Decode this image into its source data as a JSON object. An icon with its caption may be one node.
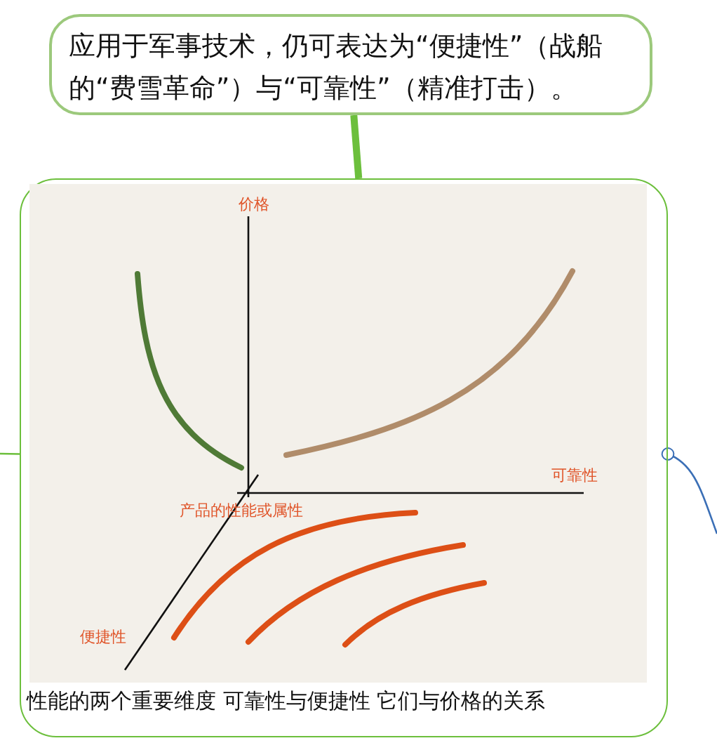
{
  "diagram": {
    "nodes": [
      {
        "text": [
          "应用于军事技术，仍可表达为“便捷性”（战船的“费雪革命”）与“可靠性”（精准打击）。"
        ]
      },
      {
        "text": [
          "性能的两个重要维度 可靠性与便捷性 它们与价格的关系"
        ]
      }
    ],
    "edges": [
      {
        "from": 0,
        "to": 1,
        "arrow": "none",
        "style": "thick",
        "color": "#6cbf3c"
      },
      {
        "from": null,
        "to": 1,
        "arrow": "none"
      },
      {
        "from": 1,
        "to": null,
        "arrow": "other",
        "color": "#3b6fb6"
      }
    ],
    "labels": [
      "价格",
      "可靠性",
      "产品的性能或属性",
      "便捷性"
    ]
  }
}
